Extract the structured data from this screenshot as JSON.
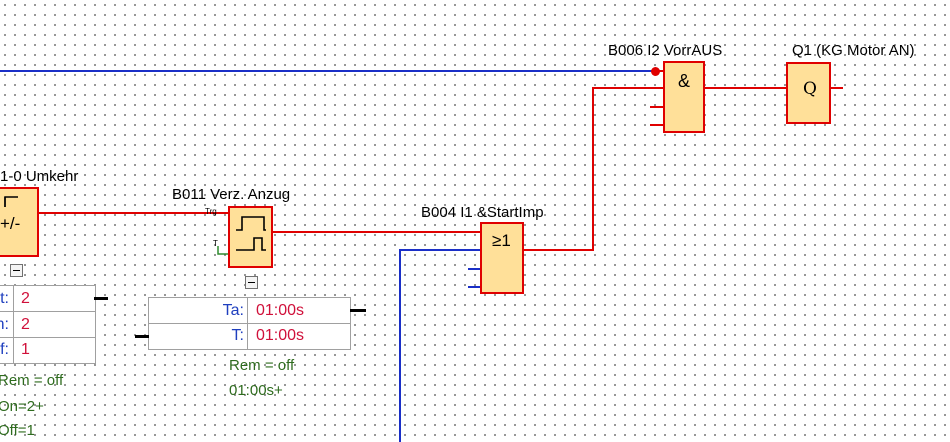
{
  "labels": {
    "b006": "B006 I2 VorrAUS",
    "q1": "Q1  (KG Motor AN)",
    "umkehr": "1-0 Umkehr",
    "b011": "B011 Verz. Anzug",
    "b004": "B004 I1 &StartImp"
  },
  "symbols": {
    "and": "&",
    "q": "Q",
    "or": "≥1",
    "updown": "+/-",
    "trg": "Trg",
    "t": "T"
  },
  "counter_params": [
    {
      "key": "t:",
      "value": "2"
    },
    {
      "key": "n:",
      "value": "2"
    },
    {
      "key": "f:",
      "value": "1"
    }
  ],
  "counter_info": [
    "Rem = off",
    "On=2+",
    "Off=1"
  ],
  "timer_params": [
    {
      "key": "Ta:",
      "value": "01:00s"
    },
    {
      "key": "T:",
      "value": "01:00s"
    }
  ],
  "timer_info": [
    "Rem = off",
    "01:00s+"
  ],
  "colors": {
    "wire_red": "#e00000",
    "wire_blue": "#1a2fc8",
    "block_fill": "#ffe099"
  }
}
